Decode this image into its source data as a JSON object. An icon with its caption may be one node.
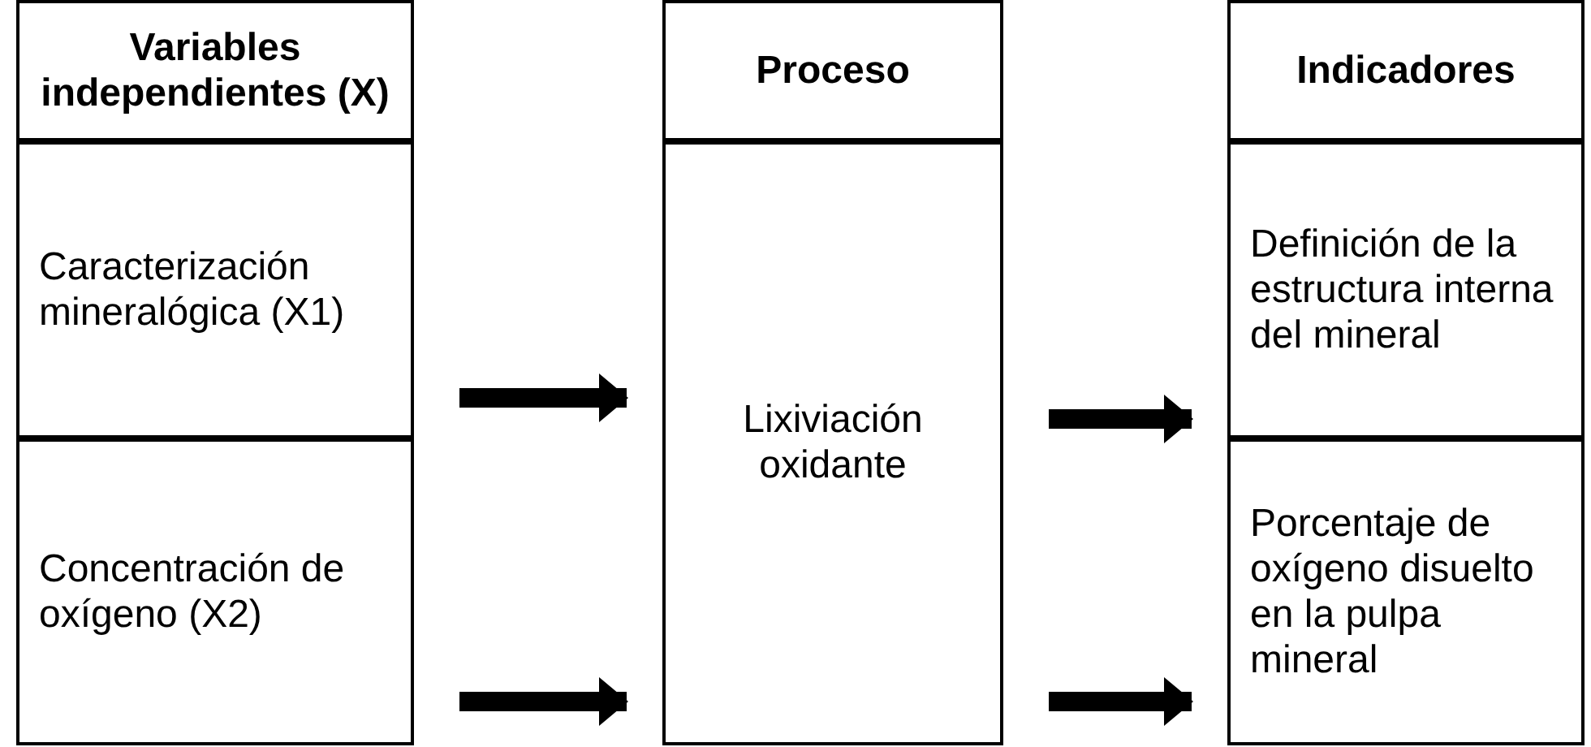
{
  "diagram": {
    "nodes": [
      {
        "text": [
          "Variables independientes (X)"
        ]
      },
      {
        "text": [
          "Proceso"
        ]
      },
      {
        "text": [
          "Indicadores"
        ]
      },
      {
        "text": [
          "Caracterización mineralógica (X1)"
        ]
      },
      {
        "text": [
          "Lixiviación oxidante"
        ]
      },
      {
        "text": [
          "Definición de la estructura interna del mineral"
        ]
      },
      {
        "text": [
          "Concentración de oxígeno (X2)"
        ]
      },
      {
        "text": [
          "Porcentaje de oxígeno disuelto en la pulpa mineral"
        ]
      }
    ],
    "edges": [
      {
        "from": 3,
        "to": 4,
        "arrow": "to"
      },
      {
        "from": 6,
        "to": 4,
        "arrow": "to"
      },
      {
        "from": 4,
        "to": 5,
        "arrow": "to"
      },
      {
        "from": 4,
        "to": 7,
        "arrow": "to"
      }
    ]
  }
}
